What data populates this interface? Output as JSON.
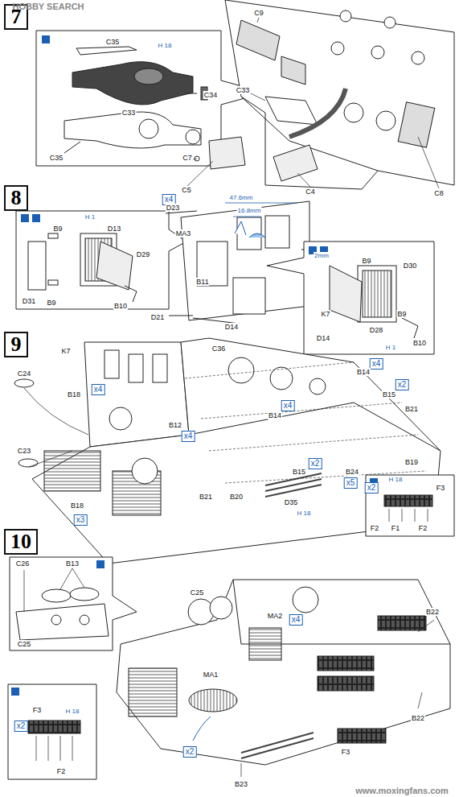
{
  "diagram": {
    "nodes": [
      {
        "text": [
          "7"
        ]
      },
      {
        "text": [
          "8"
        ]
      },
      {
        "text": [
          "9"
        ]
      },
      {
        "text": [
          "10"
        ]
      },
      {
        "text": [
          "x4"
        ]
      },
      {
        "text": [
          "x4"
        ]
      },
      {
        "text": [
          "x4"
        ]
      },
      {
        "text": [
          "x4"
        ]
      },
      {
        "text": [
          "x2"
        ]
      },
      {
        "text": [
          "x4"
        ]
      },
      {
        "text": [
          "x2"
        ]
      },
      {
        "text": [
          "x3"
        ]
      },
      {
        "text": [
          "x5"
        ]
      },
      {
        "text": [
          "x2"
        ]
      },
      {
        "text": [
          "x4"
        ]
      },
      {
        "text": [
          "x2"
        ]
      },
      {
        "text": [
          "x2"
        ]
      }
    ],
    "labels": [
      "HOBBY SEARCH",
      "C35",
      "H 18",
      "C34",
      "C33",
      "C35",
      "C9",
      "C33",
      "C7",
      "C5",
      "C8",
      "C4",
      "H 1",
      "B9",
      "D13",
      "D29",
      "D31",
      "B9",
      "B10",
      "D23",
      "MA3",
      "47.6mm",
      "16.8mm",
      "2mm",
      "B11",
      "K7",
      "D21",
      "D14",
      "B9",
      "D30",
      "B9",
      "D14",
      "D28",
      "B10",
      "H 1",
      "K7",
      "C36",
      "C24",
      "B18",
      "B14",
      "B15",
      "B21",
      "B12",
      "B14",
      "C23",
      "B15",
      "B19",
      "H 18",
      "F3",
      "B24",
      "D35",
      "B21",
      "B20",
      "H 18",
      "B18",
      "F2",
      "F1",
      "F2",
      "C26",
      "B13",
      "C25",
      "C25",
      "MA2",
      "B22",
      "H 18",
      "F3",
      "MA1",
      "F3",
      "B22",
      "F2",
      "B23",
      "www.moxingfans.com"
    ]
  }
}
